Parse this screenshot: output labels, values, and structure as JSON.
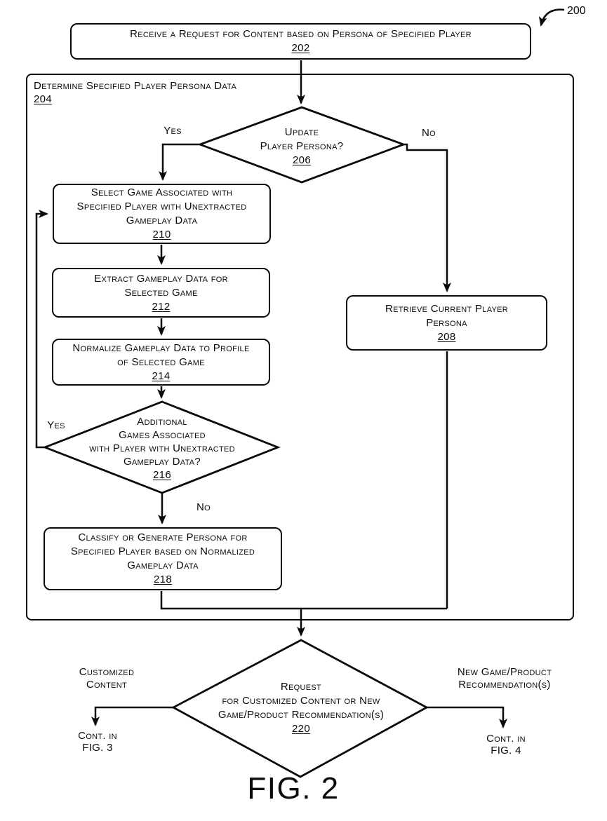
{
  "figure": {
    "reference_number": "200",
    "title": "FIG. 2"
  },
  "colors": {
    "stroke": "#0a0a0a",
    "background": "#ffffff"
  },
  "nodes": {
    "n202": {
      "lines": [
        "Receive a Request for Content based on Persona of Specified Player"
      ],
      "num": "202"
    },
    "n204": {
      "lines": [
        "Determine Specified Player Persona Data"
      ],
      "num": "204"
    },
    "n206": {
      "lines": [
        "Update",
        "Player Persona?"
      ],
      "num": "206"
    },
    "n208": {
      "lines": [
        "Retrieve Current Player",
        "Persona"
      ],
      "num": "208"
    },
    "n210": {
      "lines": [
        "Select Game Associated with",
        "Specified Player with Unextracted",
        "Gameplay Data"
      ],
      "num": "210"
    },
    "n212": {
      "lines": [
        "Extract Gameplay Data for",
        "Selected Game"
      ],
      "num": "212"
    },
    "n214": {
      "lines": [
        "Normalize Gameplay Data to Profile",
        "of Selected Game"
      ],
      "num": "214"
    },
    "n216": {
      "lines": [
        "Additional",
        "Games Associated",
        "with Player with Unextracted",
        "Gameplay Data?"
      ],
      "num": "216"
    },
    "n218": {
      "lines": [
        "Classify or Generate Persona for",
        "Specified Player based on Normalized",
        "Gameplay Data"
      ],
      "num": "218"
    },
    "n220": {
      "lines": [
        "Request",
        "for Customized Content or New",
        "Game/Product Recommendation(s)"
      ],
      "num": "220"
    }
  },
  "edge_labels": {
    "yes_206": "Yes",
    "no_206": "No",
    "yes_216": "Yes",
    "no_216": "No",
    "left_branch": {
      "lines": [
        "Customized",
        "Content"
      ]
    },
    "right_branch": {
      "lines": [
        "New Game/Product",
        "Recommendation(s)"
      ]
    },
    "cont_fig3": {
      "lines": [
        "Cont. in",
        "FIG. 3"
      ]
    },
    "cont_fig4": {
      "lines": [
        "Cont. in",
        "FIG. 4"
      ]
    }
  }
}
